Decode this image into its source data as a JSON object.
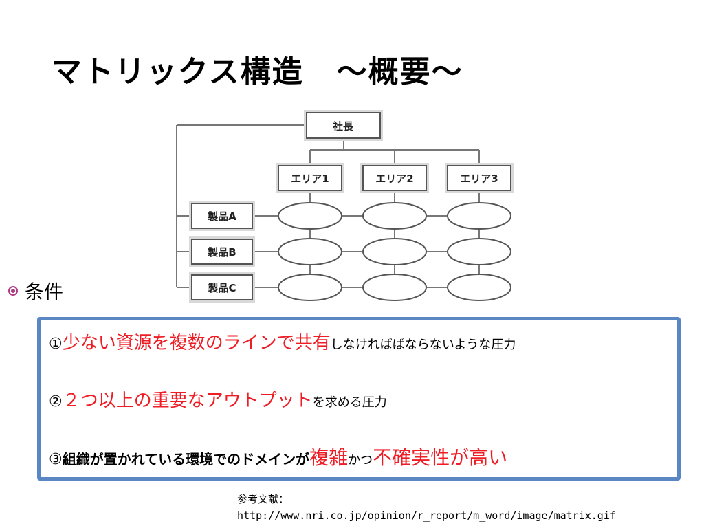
{
  "slide": {
    "title": "マトリックス構造",
    "title_sub": "～概要～"
  },
  "diagram": {
    "ceo": "社長",
    "areas": [
      "エリア1",
      "エリア2",
      "エリア3"
    ],
    "products": [
      "製品A",
      "製品B",
      "製品C"
    ]
  },
  "bullet": {
    "label": "条件"
  },
  "conditions": {
    "c1": {
      "num": "①",
      "highlight": "少ない資源を複数のラインで共有",
      "rest": "しなければばならないような圧力"
    },
    "c2": {
      "num": "②",
      "highlight": "２つ以上の重要なアウトプット",
      "rest": "を求める圧力"
    },
    "c3": {
      "num": "③",
      "lead": "組織が置かれている環境でのドメインが",
      "hl1": "複雑",
      "mid": "かつ",
      "hl2": "不確実性が高い"
    }
  },
  "reference": {
    "label": "参考文献：",
    "url": "http://www.nri.co.jp/opinion/r_report/m_word/image/matrix.gif"
  },
  "colors": {
    "accent_red": "#ee1c25",
    "box_border": "#5a86c4",
    "bullet": "#b03a84"
  }
}
